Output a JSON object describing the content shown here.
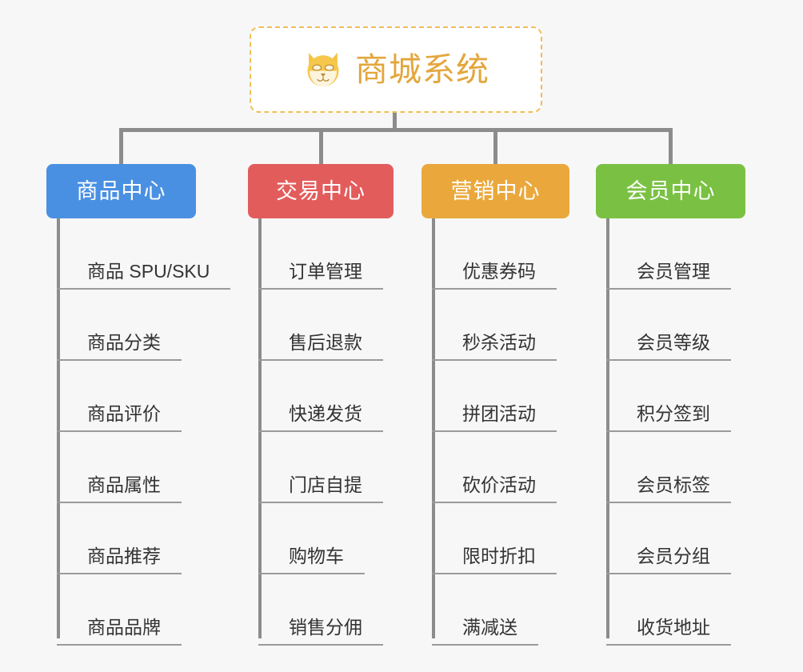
{
  "diagram": {
    "title": "商城系统",
    "background_color": "#f7f7f7",
    "connector_color": "#8c8c8c",
    "root": {
      "label": "商城系统",
      "icon": "dog-face-icon",
      "text_color": "#e3a63c",
      "border_color": "#f2bd55",
      "background_color": "#ffffff"
    },
    "branches": [
      {
        "label": "商品中心",
        "color": "#4a90e2",
        "items": [
          "商品 SPU/SKU",
          "商品分类",
          "商品评价",
          "商品属性",
          "商品推荐",
          "商品品牌"
        ]
      },
      {
        "label": "交易中心",
        "color": "#e35c5c",
        "items": [
          "订单管理",
          "售后退款",
          "快递发货",
          "门店自提",
          "购物车",
          "销售分佣"
        ]
      },
      {
        "label": "营销中心",
        "color": "#eaa83c",
        "items": [
          "优惠券码",
          "秒杀活动",
          "拼团活动",
          "砍价活动",
          "限时折扣",
          "满减送"
        ]
      },
      {
        "label": "会员中心",
        "color": "#7ac143",
        "items": [
          "会员管理",
          "会员等级",
          "积分签到",
          "会员标签",
          "会员分组",
          "收货地址"
        ]
      }
    ]
  }
}
